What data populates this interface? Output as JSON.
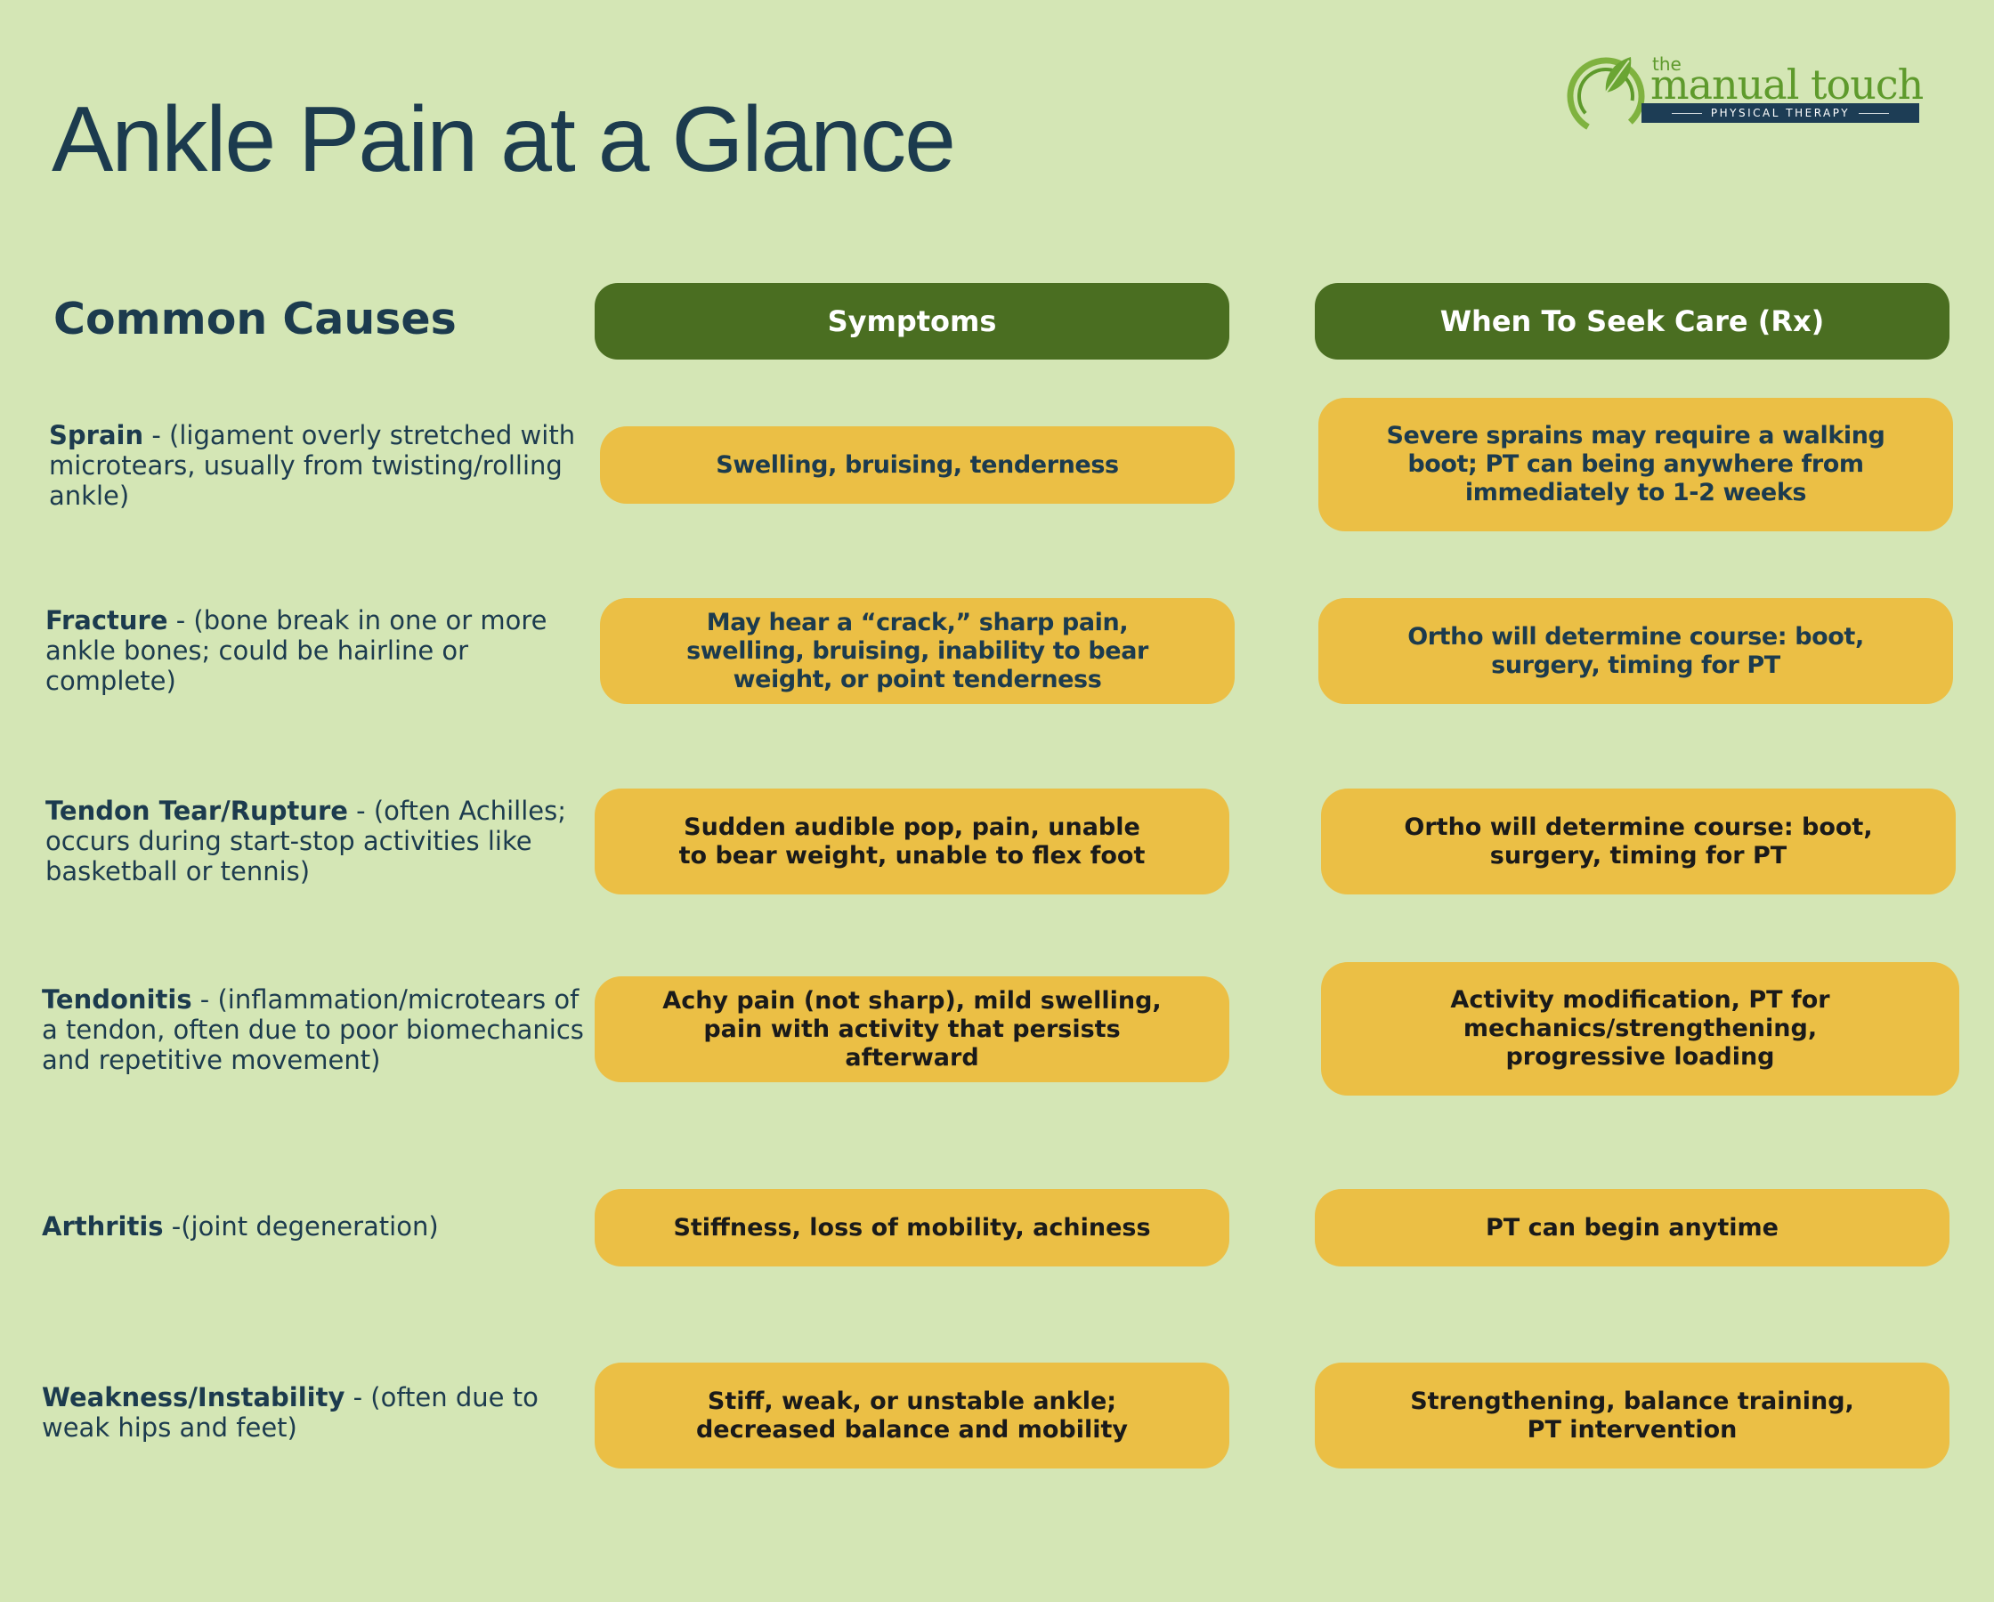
{
  "title": "Ankle Pain at a Glance",
  "logo": {
    "the": "the",
    "name": "manual touch",
    "subtitle": "PHYSICAL THERAPY",
    "icon": "leaf-swirl-icon",
    "colors": {
      "green": "#5e9a2c",
      "navy": "#1d3d55"
    }
  },
  "columns": {
    "causes": "Common Causes",
    "symptoms": "Symptoms",
    "care": "When To Seek Care (Rx)"
  },
  "colors": {
    "background": "#d4e6b5",
    "header_green": "#4a6e21",
    "card_yellow": "#ebbf45",
    "navy_text": "#1c3b4e"
  },
  "rows": [
    {
      "cause_name": "Sprain",
      "cause_desc": " - (ligament overly stretched with microtears, usually from twisting/rolling ankle)",
      "symptoms": "Swelling, bruising, tenderness",
      "care": "Severe sprains may require a walking boot; PT can being anywhere from immediately to 1-2 weeks"
    },
    {
      "cause_name": "Fracture",
      "cause_desc": " - (bone break in one or more ankle bones; could be hairline or complete)",
      "symptoms": "May hear a “crack,” sharp pain, swelling, bruising, inability to bear weight, or point tenderness",
      "care": "Ortho will determine course: boot, surgery, timing for PT"
    },
    {
      "cause_name": "Tendon Tear/Rupture",
      "cause_desc": " - (often Achilles; occurs during start-stop activities like basketball or tennis)",
      "symptoms": "Sudden audible pop, pain, unable to bear weight, unable to flex foot",
      "care": "Ortho will determine course: boot, surgery, timing for PT"
    },
    {
      "cause_name": "Tendonitis",
      "cause_desc": " - (inflammation/microtears of a tendon, often due to poor biomechanics and repetitive movement)",
      "symptoms": "Achy pain (not sharp), mild swelling, pain with activity that persists afterward",
      "care": "Activity modification, PT for mechanics/strengthening, progressive loading"
    },
    {
      "cause_name": "Arthritis",
      "cause_desc": " -(joint degeneration)",
      "symptoms": "Stiffness, loss of mobility, achiness",
      "care": "PT can begin anytime"
    },
    {
      "cause_name": "Weakness/Instability",
      "cause_desc": " -  (often due to weak hips and feet)",
      "symptoms": "Stiff, weak, or unstable ankle; decreased balance and mobility",
      "care": "Strengthening, balance training, PT intervention"
    }
  ]
}
